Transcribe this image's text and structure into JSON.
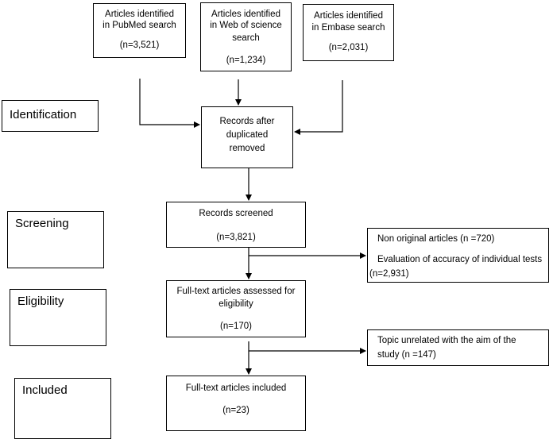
{
  "stages": {
    "identification": "Identification",
    "screening": "Screening",
    "eligibility": "Eligibility",
    "included": "Included"
  },
  "sources": [
    {
      "line1": "Articles identified",
      "line2": "in PubMed search",
      "line3": "",
      "count": "(n=3,521)"
    },
    {
      "line1": "Articles identified",
      "line2": "in Web of science",
      "line3": "search",
      "count": "(n=1,234)"
    },
    {
      "line1": "Articles identified",
      "line2": "in Embase search",
      "line3": "",
      "count": "(n=2,031)"
    }
  ],
  "dedup": {
    "line1": "Records after",
    "line2": "duplicated",
    "line3": "removed"
  },
  "screened": {
    "title": "Records screened",
    "count": "(n=3,821)"
  },
  "excluded_screen": {
    "line1": "Non original articles (n =720)",
    "line2": "Evaluation of accuracy of individual tests",
    "line3": "(n=2,931)"
  },
  "fulltext": {
    "line1": "Full-text articles assessed for",
    "line2": "eligibility",
    "count": "(n=170)"
  },
  "excluded_fulltext": {
    "line1": "Topic unrelated with the aim of the",
    "line2": "study (n =147)"
  },
  "included_box": {
    "title": "Full-text articles included",
    "count": "(n=23)"
  }
}
